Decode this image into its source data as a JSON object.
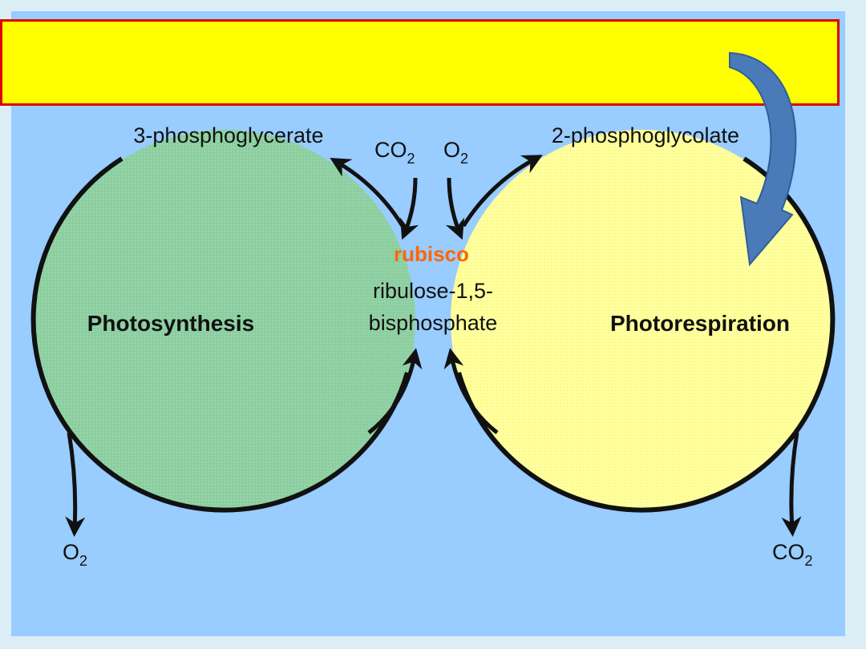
{
  "banner": {
    "title": ""
  },
  "colors": {
    "background": "#99ccff",
    "banner_fill": "#ffff00",
    "banner_border": "#dd0000",
    "photosynthesis_fill": "#8fd0a3",
    "photorespiration_fill": "#ffff99",
    "enzyme_text": "#ff6600",
    "callout_arrow": "#4a7ab8"
  },
  "labels": {
    "product_left": "3-phosphoglycerate",
    "product_right": "2-phosphoglycolate",
    "substrate_co2": "CO",
    "substrate_o2": "O",
    "subscript_2": "2",
    "enzyme": "rubisco",
    "substrate_line1": "ribulose-1,5-",
    "substrate_line2": "bisphosphate",
    "cycle_left": "Photosynthesis",
    "cycle_right": "Photorespiration",
    "output_left": "O",
    "output_right": "CO"
  },
  "icons": {
    "callout": "curved-arrow-icon"
  }
}
